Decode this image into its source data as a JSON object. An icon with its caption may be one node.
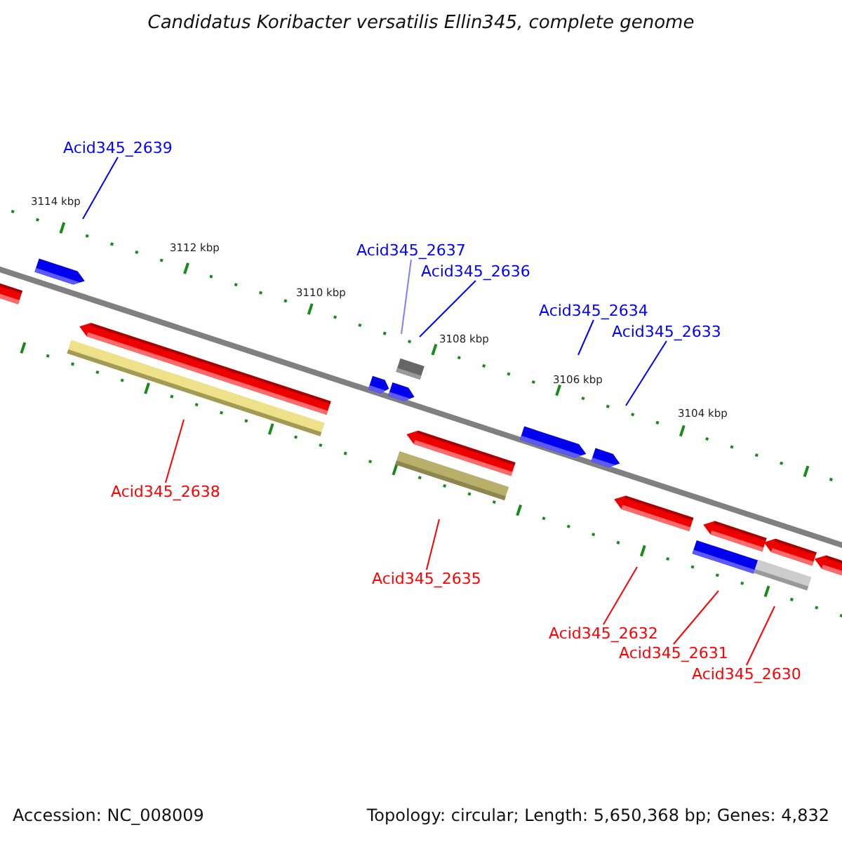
{
  "diagram": {
    "title": "Candidatus Koribacter versatilis Ellin345, complete genome",
    "nodes": [
      {
        "text": [
          "Acid345_2639"
        ]
      },
      {
        "text": [
          "Acid345_2637"
        ]
      },
      {
        "text": [
          "Acid345_2636"
        ]
      },
      {
        "text": [
          "Acid345_2634"
        ]
      },
      {
        "text": [
          "Acid345_2633"
        ]
      },
      {
        "text": [
          "Acid345_2638"
        ]
      },
      {
        "text": [
          "Acid345_2635"
        ]
      },
      {
        "text": [
          "Acid345_2632"
        ]
      },
      {
        "text": [
          "Acid345_2631"
        ]
      },
      {
        "text": [
          "Acid345_2630"
        ]
      }
    ],
    "edges": [
      {
        "from": 0,
        "to": null,
        "arrow": "none",
        "color": "#0000ff"
      },
      {
        "from": 1,
        "to": null,
        "arrow": "none",
        "color": "#8080ff"
      },
      {
        "from": 2,
        "to": null,
        "arrow": "none",
        "color": "#0000ff"
      },
      {
        "from": 3,
        "to": null,
        "arrow": "none",
        "color": "#0000ff"
      },
      {
        "from": 4,
        "to": null,
        "arrow": "none",
        "color": "#0000ff"
      },
      {
        "from": 5,
        "to": null,
        "arrow": "none",
        "color": "#ff0000"
      },
      {
        "from": 6,
        "to": null,
        "arrow": "none",
        "color": "#ff0000"
      },
      {
        "from": 7,
        "to": null,
        "arrow": "none",
        "color": "#ff0000"
      },
      {
        "from": 8,
        "to": null,
        "arrow": "none",
        "color": "#ff0000"
      },
      {
        "from": 9,
        "to": null,
        "arrow": "none",
        "color": "#ff0000"
      }
    ],
    "labels": [
      "3114 kbp",
      "3112 kbp",
      "3110 kbp",
      "3108 kbp",
      "3106 kbp",
      "3104 kbp",
      "Accession: NC_008009",
      "Topology: circular; Length: 5,650,368 bp; Genes: 4,832"
    ]
  }
}
